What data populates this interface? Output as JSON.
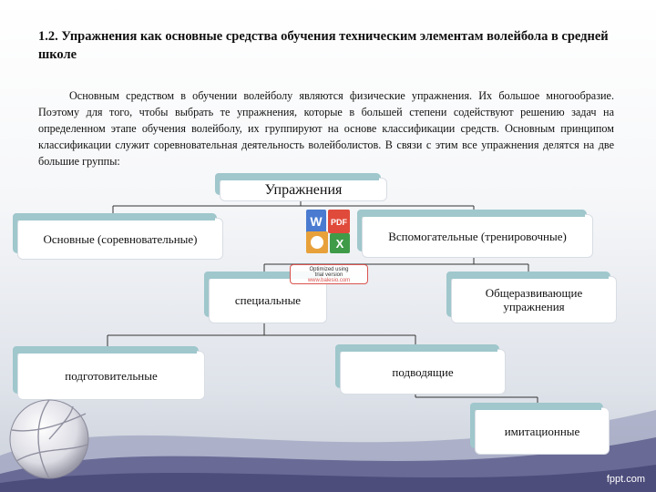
{
  "heading": "1.2. Упражнения как основные средства обучения техническим элементам волейбола в средней школе",
  "paragraph": "Основным средством в обучении волейболу являются физические упражнения. Их большое многообразие. Поэтому для того, чтобы выбрать те упражнения, которые в большей степени содействуют решению задач на определенном этапе обучения волейболу, их группируют на основе классификации средств. Основным принципом классификации служит соревновательная деятельность волейболистов. В связи с этим все упражнения делятся на две большие группы:",
  "diagram": {
    "root": "Упражнения",
    "main": "Основные (соревновательные)",
    "auxiliary": "Вспомогательные (тренировочные)",
    "special": "специальные",
    "general": "Общеразвивающие упражнения",
    "preparatory": "подготовительные",
    "leadup": "подводящие",
    "imitation": "имитационные"
  },
  "watermark": {
    "line1": "Optimized using",
    "line2": "trial version",
    "line3": "www.balesio.com"
  },
  "brand": "fppt.com",
  "colors": {
    "accent": "#9fc7cc",
    "wave": "#6a6a96",
    "line": "#333333"
  }
}
